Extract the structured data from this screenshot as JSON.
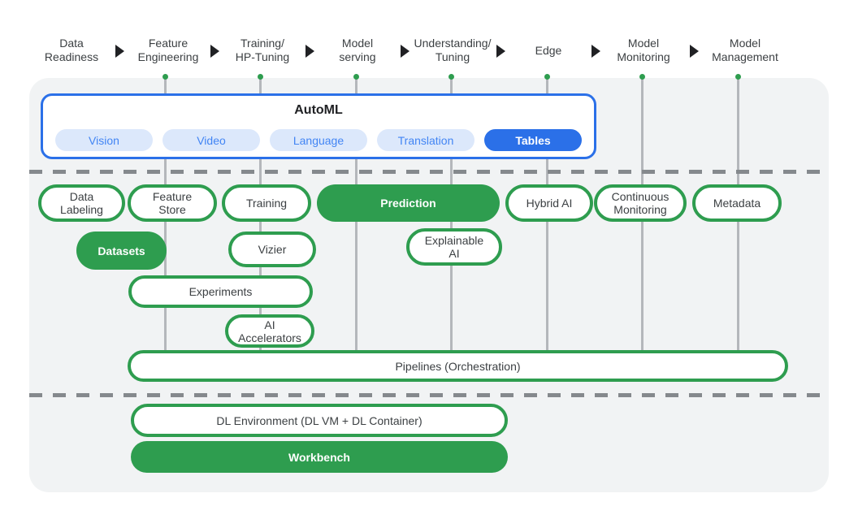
{
  "colors": {
    "green": "#2E9D4F",
    "blue": "#2B70E8",
    "lightblue": "#DCE8FB",
    "bluetext": "#4285F4",
    "bg": "#F1F3F4",
    "line": "#B4B7BB",
    "dash": "#85898D",
    "text": "#3C4043",
    "title": "#202124"
  },
  "stages": [
    {
      "label": "Data\nReadiness"
    },
    {
      "label": "Feature\nEngineering"
    },
    {
      "label": "Training/\nHP-Tuning"
    },
    {
      "label": "Model\nserving"
    },
    {
      "label": "Understanding/\nTuning"
    },
    {
      "label": "Edge"
    },
    {
      "label": "Model\nMonitoring"
    },
    {
      "label": "Model\nManagement"
    }
  ],
  "automl": {
    "title": "AutoML",
    "tabs": [
      {
        "label": "Vision"
      },
      {
        "label": "Video"
      },
      {
        "label": "Language"
      },
      {
        "label": "Translation"
      },
      {
        "label": "Tables"
      }
    ]
  },
  "nodes": {
    "data_labeling": "Data\nLabeling",
    "feature_store": "Feature\nStore",
    "training": "Training",
    "prediction": "Prediction",
    "hybrid_ai": "Hybrid AI",
    "continuous_monitoring": "Continuous\nMonitoring",
    "metadata": "Metadata",
    "datasets": "Datasets",
    "vizier": "Vizier",
    "explainable_ai": "Explainable\nAI",
    "experiments": "Experiments",
    "ai_accelerators": "AI\nAccelerators",
    "pipelines": "Pipelines (Orchestration)",
    "dl_environment": "DL Environment (DL VM + DL Container)",
    "workbench": "Workbench"
  }
}
